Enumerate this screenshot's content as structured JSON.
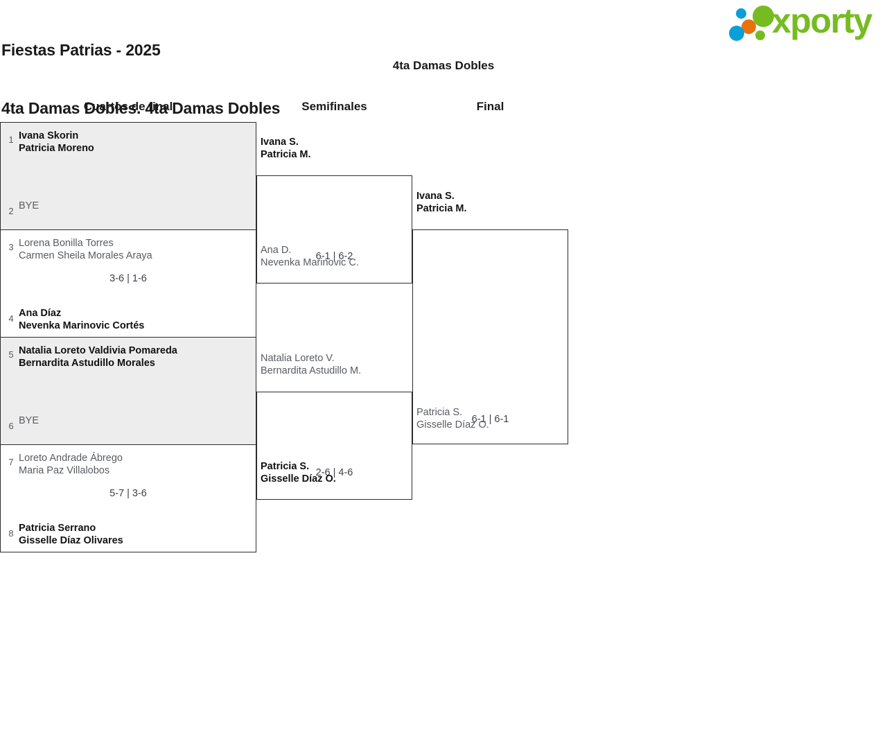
{
  "header": {
    "title_line1": "Fiestas Patrias - 2025",
    "title_line2": "4ta Damas Dobles. 4ta Damas Dobles",
    "logo_text": "xporty",
    "logo_colors": {
      "green": "#76bc21",
      "blue": "#0a9fd8",
      "orange": "#e8720c"
    }
  },
  "bracket": {
    "title": "4ta Damas Dobles",
    "rounds": [
      {
        "label": "Cuartos de final"
      },
      {
        "label": "Semifinales"
      },
      {
        "label": "Final"
      }
    ],
    "quarterfinals": [
      {
        "shaded": true,
        "top": {
          "seed": "1",
          "line1": "Ivana Skorin",
          "line2": "Patricia Moreno",
          "winner": true
        },
        "bottom": {
          "seed": "2",
          "line1": "BYE",
          "line2": "",
          "winner": false
        },
        "score": ""
      },
      {
        "shaded": false,
        "top": {
          "seed": "3",
          "line1": "Lorena Bonilla Torres",
          "line2": "Carmen Sheila Morales Araya",
          "winner": false
        },
        "bottom": {
          "seed": "4",
          "line1": "Ana Díaz",
          "line2": "Nevenka Marinovic Cortés",
          "winner": true
        },
        "score": "3-6 | 1-6"
      },
      {
        "shaded": true,
        "top": {
          "seed": "5",
          "line1": "Natalia Loreto Valdivia Pomareda",
          "line2": "Bernardita Astudillo Morales",
          "winner": true
        },
        "bottom": {
          "seed": "6",
          "line1": "BYE",
          "line2": "",
          "winner": false
        },
        "score": ""
      },
      {
        "shaded": false,
        "top": {
          "seed": "7",
          "line1": "Loreto Andrade Ábrego",
          "line2": "Maria Paz Villalobos",
          "winner": false
        },
        "bottom": {
          "seed": "8",
          "line1": "Patricia Serrano",
          "line2": "Gisselle Díaz Olivares",
          "winner": true
        },
        "score": "5-7 | 3-6"
      }
    ],
    "semifinals": [
      {
        "top": {
          "line1": "Ivana S.",
          "line2": "Patricia M.",
          "winner": true
        },
        "bottom": {
          "line1": "Ana D.",
          "line2": "Nevenka Marinovic C.",
          "winner": false
        },
        "score": "6-1 | 6-2"
      },
      {
        "top": {
          "line1": "Natalia Loreto V.",
          "line2": "Bernardita Astudillo M.",
          "winner": false
        },
        "bottom": {
          "line1": "Patricia S.",
          "line2": "Gisselle Díaz O.",
          "winner": true
        },
        "score": "2-6 | 4-6"
      }
    ],
    "final": [
      {
        "top": {
          "line1": "Ivana S.",
          "line2": "Patricia M.",
          "winner": true
        },
        "bottom": {
          "line1": "Patricia S.",
          "line2": "Gisselle Díaz O.",
          "winner": false
        },
        "score": "6-1 | 6-1"
      }
    ]
  }
}
